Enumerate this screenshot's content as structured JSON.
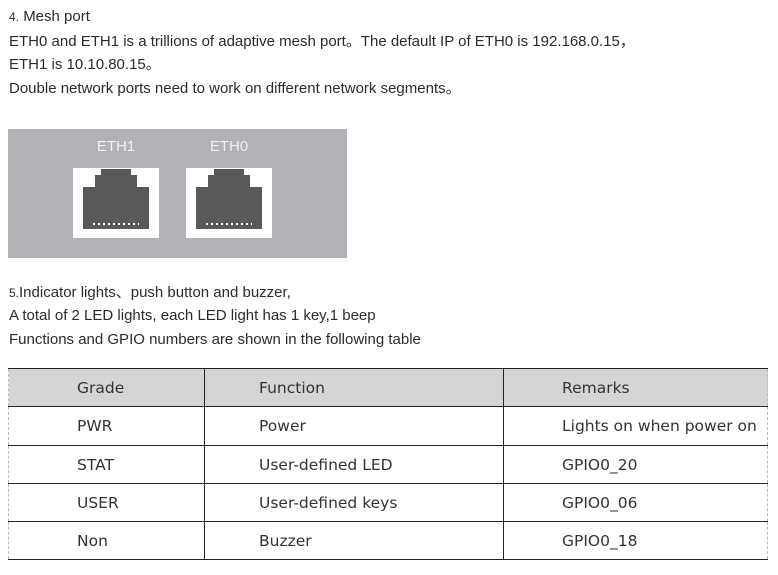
{
  "section4": {
    "number": "4.",
    "title": "Mesh port",
    "lines": [
      "ETH0 and ETH1 is a trillions of adaptive mesh port。The default IP of ETH0 is 192.168.0.15，",
      "ETH1 is 10.10.80.15。",
      "Double network ports need  to work on different network segments。"
    ]
  },
  "ports": [
    {
      "label": "ETH1"
    },
    {
      "label": "ETH0"
    }
  ],
  "section5": {
    "number": "5.",
    "title": "Indicator lights、push button and buzzer,",
    "lines": [
      "A total of 2 LED lights, each LED light has 1 key,1 beep",
      "Functions and GPIO numbers are shown in the following table"
    ]
  },
  "table": {
    "headers": [
      "Grade",
      "Function",
      "Remarks"
    ],
    "rows": [
      [
        "PWR",
        "Power",
        "Lights on when power on"
      ],
      [
        "STAT",
        "User-defined LED",
        "GPIO0_20"
      ],
      [
        "USER",
        "User-defined keys",
        "GPIO0_06"
      ],
      [
        "Non",
        "Buzzer",
        "GPIO0_18"
      ]
    ]
  }
}
